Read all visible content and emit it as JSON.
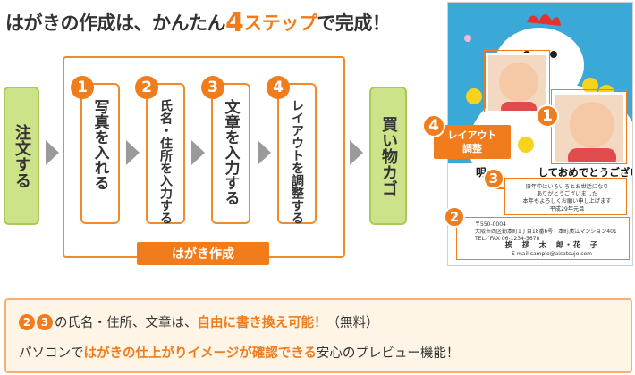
{
  "headline": {
    "prefix": "はがきの作成は、かんたん",
    "number": "4",
    "steps_word": "ステップ",
    "suffix": "で完成！"
  },
  "flow": {
    "order_label": "注文する",
    "cart_label": "買い物カゴ",
    "group_label": "はがき作成",
    "steps": [
      {
        "number": "1",
        "label": "写真を入れる"
      },
      {
        "number": "2",
        "label": "氏名・住所を入力する"
      },
      {
        "number": "3",
        "label": "文章を入力する"
      },
      {
        "number": "4",
        "label": "レイアウトを調整する"
      }
    ]
  },
  "preview": {
    "greeting_pre": "明",
    "greeting_post": "しておめでとうございます",
    "message_lines": [
      "旧年中はいろいろとお世話になり",
      "ありがとうございました",
      "本年もよろしくお願い申し上げます",
      "平成29年元旦"
    ],
    "address_lines": [
      "〒550-0004",
      "大阪市西区靭本町1丁目18番6号　本町廣江マンション401",
      "TEL／FAX 06-1234-5678"
    ],
    "name": "挨　拶　太　郎・花　子",
    "email": "E-mail:sample@aisatsujo.com",
    "badges": {
      "photo": "1",
      "address": "2",
      "message": "3",
      "layout": "4"
    },
    "layout_tag_line1": "レイアウト",
    "layout_tag_line2": "調整"
  },
  "note": {
    "badge_a": "2",
    "badge_b": "3",
    "line1_text": "の氏名・住所、文章は、",
    "line1_accent": "自由に書き換え可能！",
    "line1_tail": "（無料）",
    "line2_pre": "パソコンで",
    "line2_accent": "はがきの仕上がりイメージが確認できる",
    "line2_tail": "安心のプレビュー機能！"
  },
  "colors": {
    "accent": "#f07c1c",
    "green": "#cde38a",
    "sky": "#3aa9d8"
  }
}
